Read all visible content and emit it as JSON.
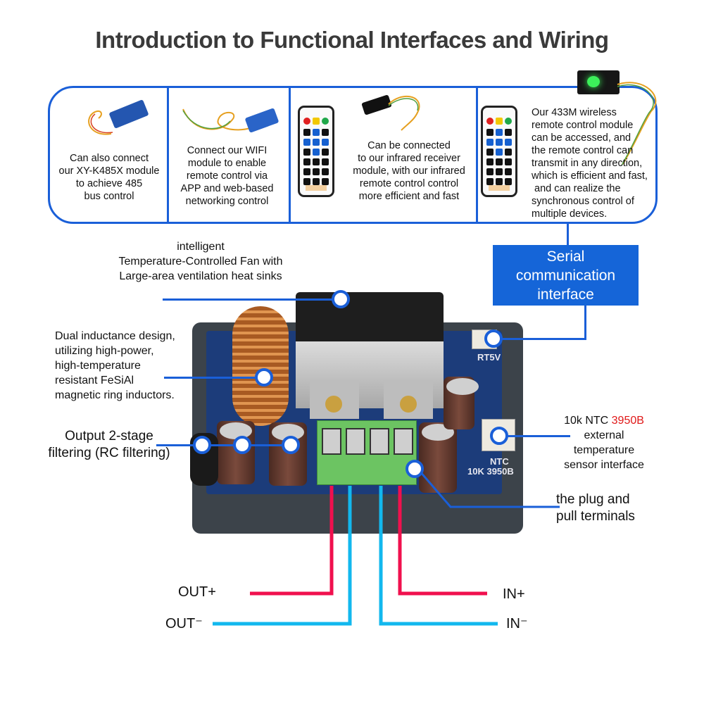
{
  "title": "Introduction to Functional Interfaces and Wiring",
  "top_panel": {
    "cells": [
      {
        "id": "rs485",
        "image": "xy-k485x-module",
        "text": [
          "Can also connect",
          "our XY-K485X module",
          "to achieve 485",
          "bus control"
        ]
      },
      {
        "id": "wifi",
        "image": "wifi-module",
        "text": [
          "Connect our WIFI",
          "module to enable",
          "remote control via",
          "APP and web-based",
          "networking control"
        ]
      },
      {
        "id": "infrared",
        "image": "infrared-receiver-and-remote",
        "text": [
          "Can be connected",
          "to our infrared receiver",
          "module, with our infrared",
          "remote control control",
          "more efficient and fast"
        ]
      },
      {
        "id": "wireless433",
        "image": "433m-module-and-remote",
        "text": [
          "Our 433M wireless",
          "remote control module",
          "can be accessed, and",
          "the remote control can",
          "transmit in any direction,",
          "which is efficient and fast,",
          " and can realize the",
          "synchronous control of",
          "multiple devices."
        ]
      }
    ]
  },
  "callouts": {
    "fan": [
      "intelligent",
      "Temperature-Controlled Fan with",
      "Large-area ventilation heat sinks"
    ],
    "inductor": [
      "Dual inductance design,",
      "utilizing high-power,",
      "high-temperature",
      "resistant FeSiAl",
      "magnetic ring inductors."
    ],
    "filter": [
      "Output 2-stage",
      "filtering (RC filtering)"
    ],
    "serial": [
      "Serial",
      "communication",
      "interface"
    ],
    "ntc": {
      "prefix": "10k NTC ",
      "highlight": "3950B",
      "lines": [
        "external",
        "temperature",
        "sensor interface"
      ]
    },
    "terminals": [
      "the plug and",
      "pull terminals"
    ]
  },
  "pcb_silkscreen": {
    "serial_port": "RT5V",
    "ntc_line1": "NTC",
    "ntc_line2": "10K 3950B"
  },
  "wiring": {
    "out_plus": "OUT+",
    "out_minus": "OUT⁻",
    "in_plus": "IN+",
    "in_minus": "IN⁻"
  },
  "colors": {
    "accent_blue": "#1a5fd8",
    "positive_wire": "#f0104e",
    "negative_wire": "#12b8ee",
    "highlight_red": "#e01818"
  }
}
